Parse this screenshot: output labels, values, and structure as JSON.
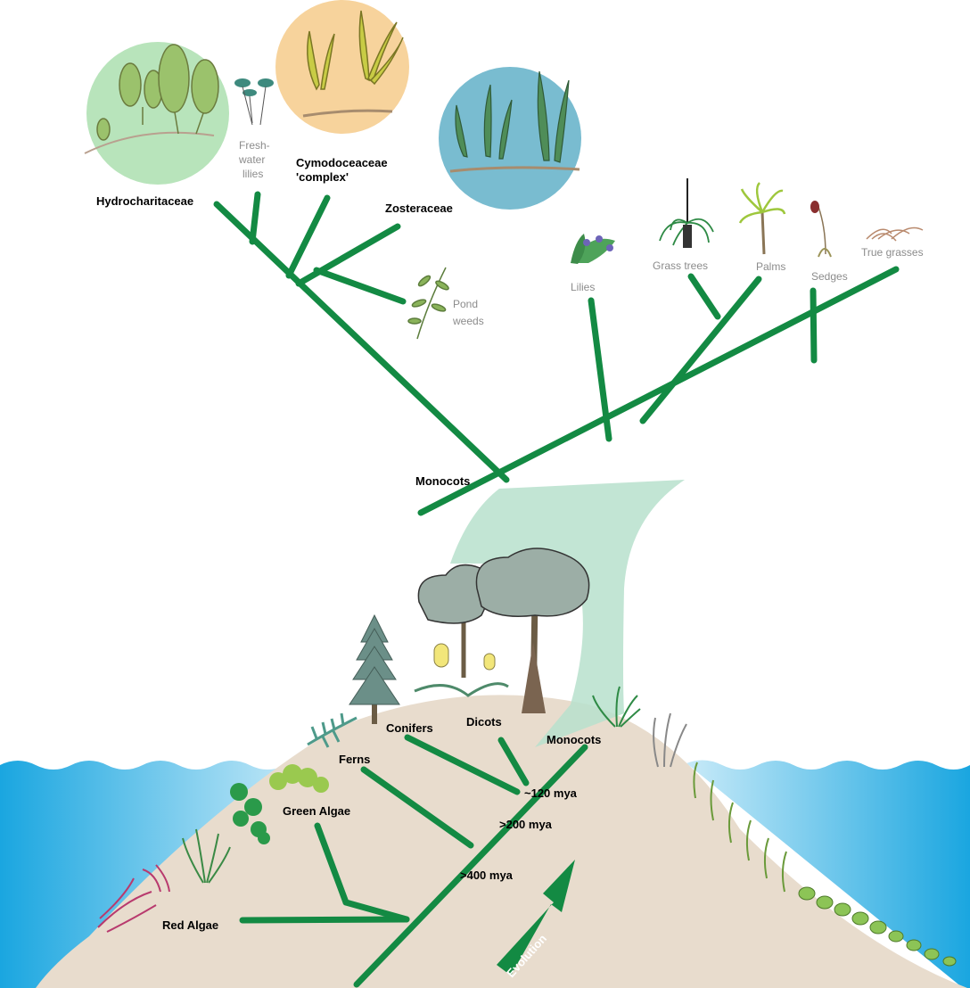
{
  "colors": {
    "branch": "#138a43",
    "ground": "#e8dccd",
    "sea_deep": "#1aa6e0",
    "sea_light": "#c8eaf8",
    "arrow_band": "#b7e0cd",
    "circle_green": "#b8e4bb",
    "circle_orange": "#f7d39c",
    "circle_blue": "#79bcd0",
    "muted_text": "#8c8c8c"
  },
  "upper_tree": {
    "families": {
      "hydrocharitaceae": "Hydrocharitaceae",
      "cymodoceaceae_line1": "Cymodoceaceae",
      "cymodoceaceae_line2": "'complex'",
      "zosteraceae": "Zosteraceae"
    },
    "others": {
      "freshwater_line1": "Fresh-",
      "freshwater_line2": "water",
      "freshwater_line3": "lilies",
      "pond_line1": "Pond",
      "pond_line2": "weeds",
      "lilies": "Lilies",
      "grass_trees": "Grass trees",
      "palms": "Palms",
      "sedges": "Sedges",
      "true_grasses": "True grasses"
    },
    "root": "Monocots"
  },
  "lower_tree": {
    "red_algae": "Red Algae",
    "green_algae": "Green Algae",
    "ferns": "Ferns",
    "conifers": "Conifers",
    "dicots": "Dicots",
    "monocots": "Monocots",
    "times": {
      "t1": "~120 mya",
      "t2": ">200 mya",
      "t3": ">400 mya"
    },
    "evolution": "Evolution"
  }
}
